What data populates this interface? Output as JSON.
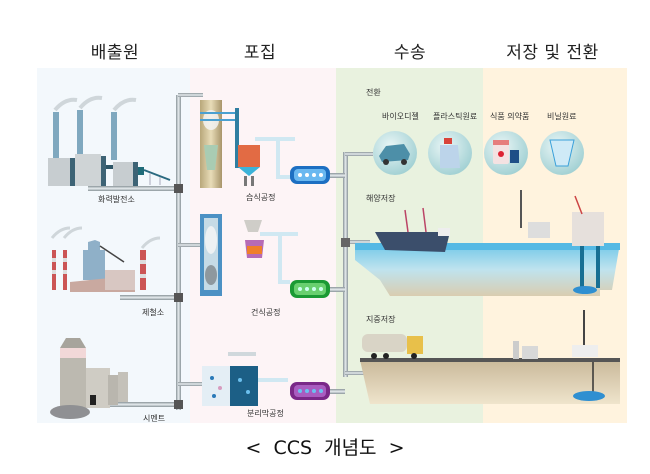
{
  "headers": {
    "emission": "배출원",
    "capture": "포집",
    "transport": "수송",
    "storage": "저장 및 전환"
  },
  "zone_colors": {
    "emission": "#f3f8fc",
    "capture": "#fdf4f6",
    "transport": "#e9f2df",
    "storage": "#fff3de"
  },
  "sources": {
    "power_plant": "화력발전소",
    "steel_mill": "제철소",
    "cement": "시멘트"
  },
  "capture_processes": {
    "wet": "습식공정",
    "dry": "건식공정",
    "membrane": "분리막공정"
  },
  "conversion": {
    "title": "전환",
    "products": [
      "바이오디젤",
      "플라스틱원료",
      "식품 의약품",
      "비닐원료"
    ]
  },
  "storage_types": {
    "ocean": "해양저장",
    "ground": "지중저장"
  },
  "caption": "< CCS 개념도 >"
}
